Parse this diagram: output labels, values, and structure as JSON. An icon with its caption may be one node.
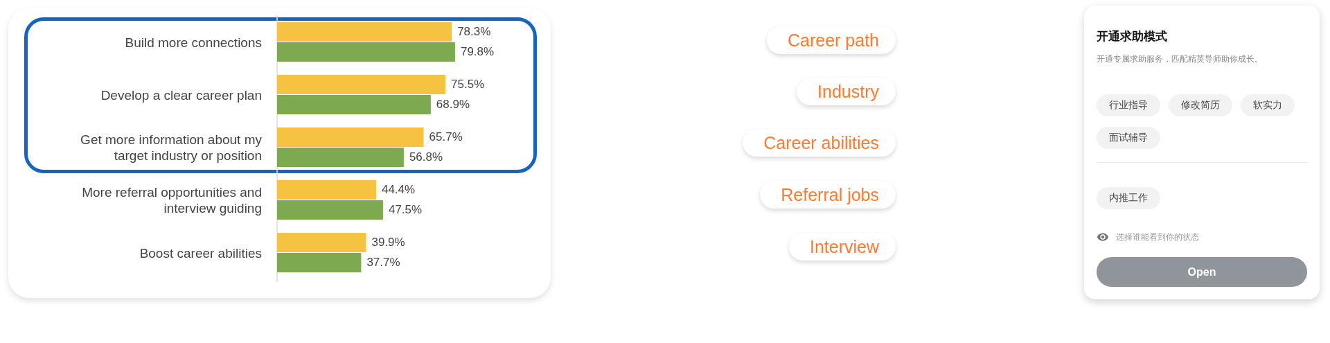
{
  "diagram": {
    "nodes": [
      {
        "text": [
          "Career path"
        ]
      },
      {
        "text": [
          "Industry"
        ]
      },
      {
        "text": [
          "Career abilities"
        ]
      },
      {
        "text": [
          "Referral jobs"
        ]
      },
      {
        "text": [
          "Interview"
        ]
      },
      {
        "text": [
          "开通求助模式",
          "开通专属求助服务，匹配精英导师助你成长。"
        ]
      },
      {
        "text": [
          "行业指导"
        ],
        "in": 5
      },
      {
        "text": [
          "修改简历"
        ],
        "in": 5
      },
      {
        "text": [
          "软实力"
        ],
        "in": 5
      },
      {
        "text": [
          "面试辅导"
        ],
        "in": 5
      },
      {
        "text": [
          "内推工作"
        ],
        "in": 5
      }
    ],
    "labels": [
      "选择谁能看到你的状态",
      "Open"
    ],
    "chart_data": {
      "type": "bar",
      "orientation": "horizontal",
      "categories": [
        "Build more connections",
        "Develop a clear career plan",
        "Get more information about my target industry or position",
        "More referral opportunities and interview guiding",
        "Boost career abilities"
      ],
      "series": [
        {
          "color": "#f5c242",
          "values": [
            78.3,
            75.5,
            65.7,
            44.4,
            39.9
          ],
          "value_labels": [
            "78.3%",
            "75.5%",
            "65.7%",
            "44.4%",
            "39.9%"
          ]
        },
        {
          "color": "#7daa50",
          "values": [
            79.8,
            68.9,
            56.8,
            47.5,
            37.7
          ],
          "value_labels": [
            "79.8%",
            "68.9%",
            "56.8%",
            "47.5%",
            "37.7%"
          ]
        }
      ]
    }
  }
}
